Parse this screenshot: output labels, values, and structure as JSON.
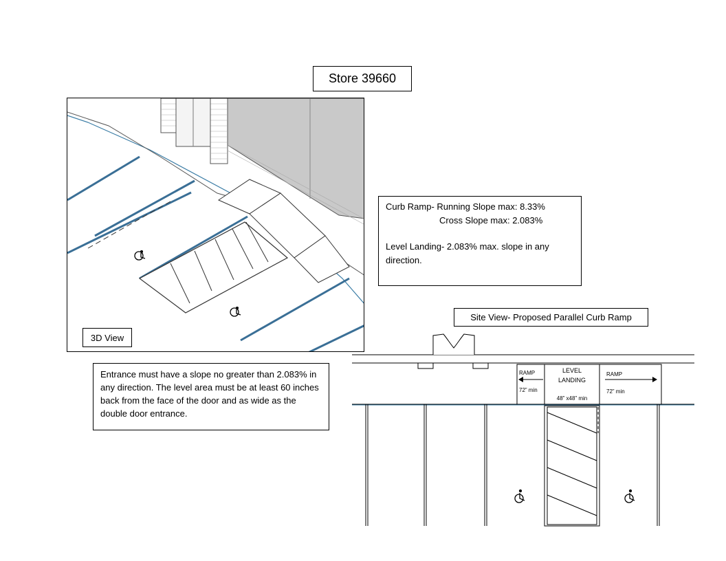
{
  "title": "Store 39660",
  "view3d": {
    "label": "3D View"
  },
  "slope_notes": {
    "line1": "Curb Ramp- Running Slope max: 8.33%",
    "line2": "Cross Slope max: 2.083%",
    "line3": "Level Landing- 2.083% max. slope in any",
    "line4": "direction."
  },
  "site_view": {
    "label": "Site View- Proposed Parallel Curb Ramp",
    "ramp_left": {
      "label": "RAMP",
      "dim": "72” min"
    },
    "landing": {
      "label_line1": "LEVEL",
      "label_line2": "LANDING",
      "dim": "48” x48” min"
    },
    "ramp_right": {
      "label": "RAMP",
      "dim": "72” min"
    }
  },
  "entrance_note": "Entrance must have a slope no greater than 2.083% in any direction. The level area must be at least 60 inches back from the face of the door and as wide as the double door entrance.",
  "icons": [
    "accessible-parking-icon"
  ],
  "colors": {
    "line": "#000000",
    "accent_blue": "#3a7ca5",
    "wall_gray": "#c9c9c9"
  }
}
